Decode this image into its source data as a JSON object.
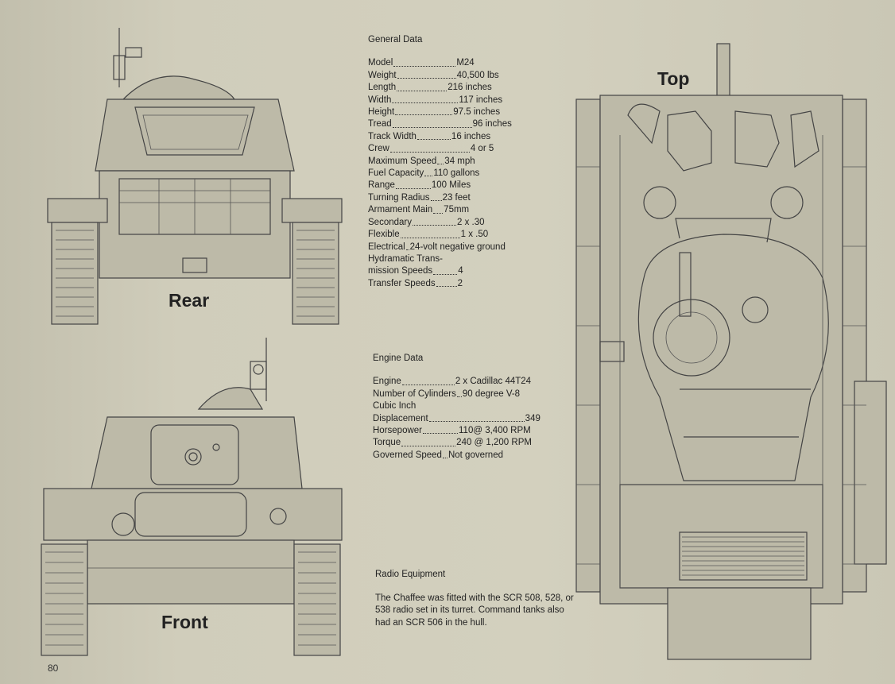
{
  "views": {
    "rear_label": "Rear",
    "front_label": "Front",
    "top_label": "Top"
  },
  "general": {
    "title": "General Data",
    "rows": [
      {
        "k": "Model",
        "v": "M24"
      },
      {
        "k": "Weight",
        "v": "40,500 lbs"
      },
      {
        "k": "Length",
        "v": "216 inches"
      },
      {
        "k": "Width",
        "v": "117 inches"
      },
      {
        "k": "Height",
        "v": "97.5 inches"
      },
      {
        "k": "Tread",
        "v": "96 inches"
      },
      {
        "k": "Track Width",
        "v": "16 inches"
      },
      {
        "k": "Crew",
        "v": "4 or 5"
      },
      {
        "k": "Maximum Speed",
        "v": "34 mph"
      },
      {
        "k": "Fuel Capacity",
        "v": "110 gallons"
      },
      {
        "k": "Range",
        "v": "100 Miles"
      },
      {
        "k": "Turning Radius",
        "v": "23 feet"
      },
      {
        "k": "Armament Main",
        "v": "75mm"
      },
      {
        "k": "Secondary",
        "v": "2 x .30"
      },
      {
        "k": "Flexible",
        "v": "1 x .50"
      },
      {
        "k": "Electrical",
        "v": "24-volt negative ground"
      }
    ],
    "trans_line1": "Hydramatic Trans-",
    "trans_line2_k": "mission Speeds",
    "trans_line2_v": "4",
    "transfer_k": "Transfer Speeds",
    "transfer_v": "2"
  },
  "engine": {
    "title": "Engine Data",
    "rows": [
      {
        "k": "Engine",
        "v": "2 x Cadillac 44T24"
      },
      {
        "k": "Number of Cylinders",
        "v": "90 degree V-8"
      }
    ],
    "cubic_line": "Cubic Inch",
    "rows2": [
      {
        "k": "Displacement",
        "v": "349"
      },
      {
        "k": "Horsepower",
        "v": "110@ 3,400 RPM"
      },
      {
        "k": "Torque",
        "v": "240 @ 1,200 RPM"
      },
      {
        "k": "Governed Speed",
        "v": "Not governed"
      }
    ]
  },
  "radio": {
    "title": "Radio Equipment",
    "text": "The Chaffee was fitted with the SCR 508, 528, or 538 radio set in its turret. Command tanks also had an SCR 506 in the hull."
  },
  "page_number": "80"
}
